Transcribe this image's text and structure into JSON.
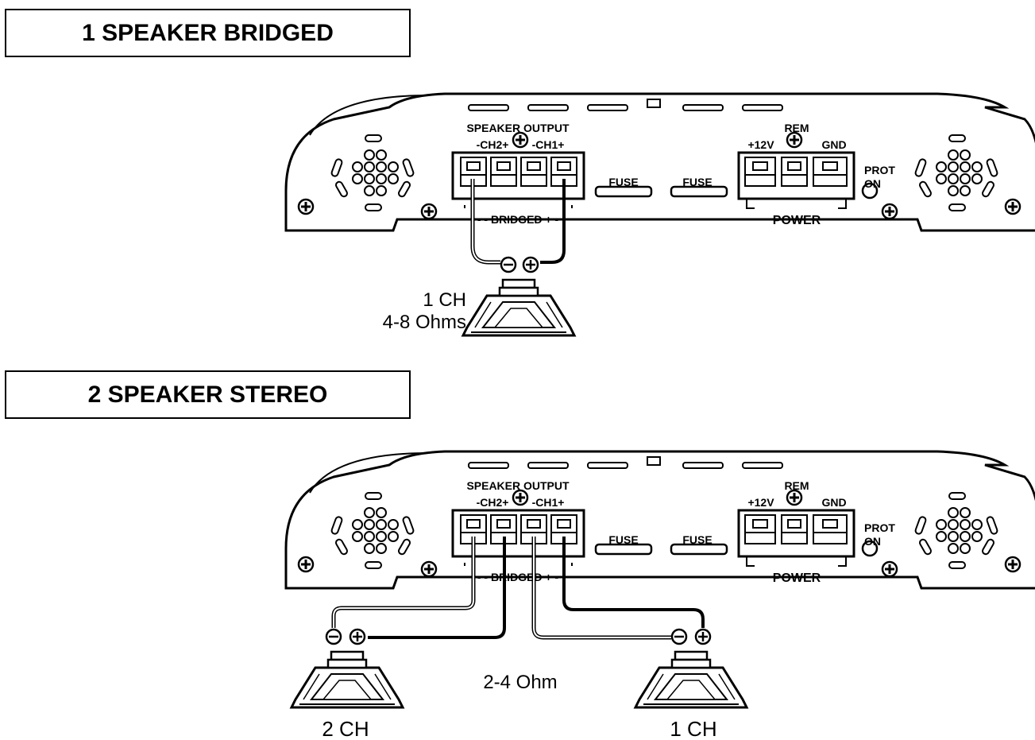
{
  "sections": [
    {
      "title": "1 SPEAKER BRIDGED",
      "amp": {
        "speaker_output": "SPEAKER OUTPUT",
        "channels": "-CH2+",
        "channels2": "-CH1+",
        "fuse1": "FUSE",
        "fuse2": "FUSE",
        "plus12v": "+12V",
        "rem": "REM",
        "gnd": "GND",
        "power": "POWER",
        "prot": "PROT",
        "on": "ON",
        "bridged": "- - BRIDGED + -"
      },
      "speaker_label": "1 CH",
      "speaker_impedance": "4-8 Ohms"
    },
    {
      "title": "2 SPEAKER STEREO",
      "amp": {
        "speaker_output": "SPEAKER OUTPUT",
        "channels": "-CH2+",
        "channels2": "-CH1+",
        "fuse1": "FUSE",
        "fuse2": "FUSE",
        "plus12v": "+12V",
        "rem": "REM",
        "gnd": "GND",
        "power": "POWER",
        "prot": "PROT",
        "on": "ON",
        "bridged": "- - BRIDGED + -"
      },
      "impedance": "2-4 Ohm",
      "left_speaker_label": "2 CH",
      "right_speaker_label": "1 CH"
    }
  ]
}
